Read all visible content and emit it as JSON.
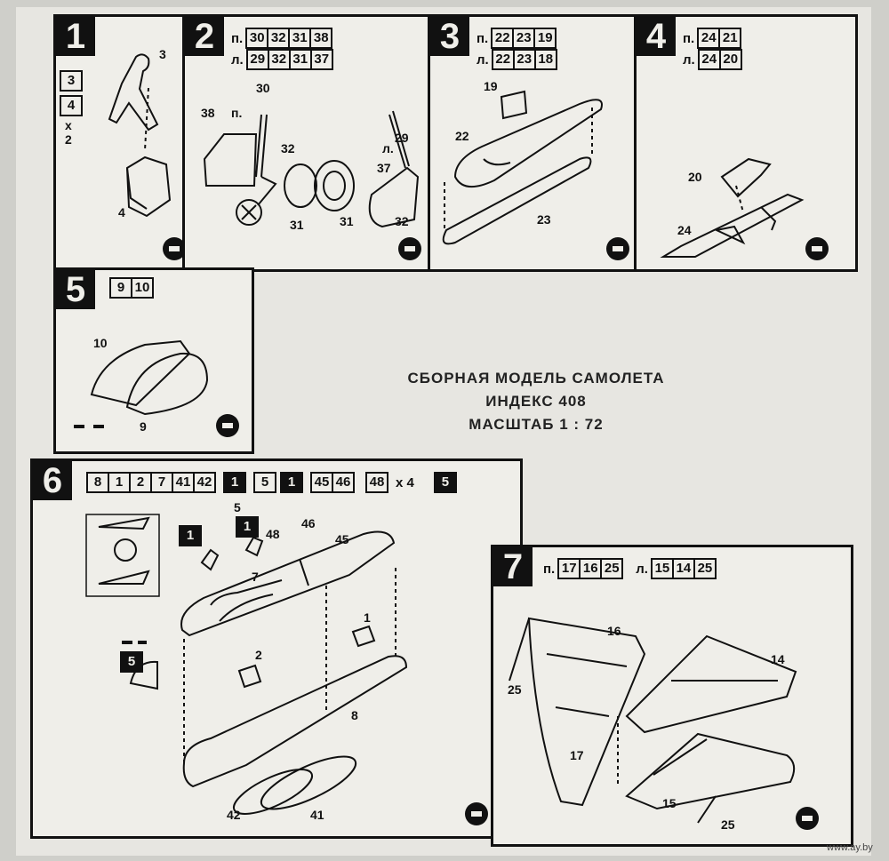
{
  "title": {
    "line1": "СБОРНАЯ МОДЕЛЬ САМОЛЕТА",
    "line2": "ИНДЕКС 408",
    "line3": "МАСШТАБ 1 : 72"
  },
  "watermark": "www.ay.by",
  "step1": {
    "number": "1",
    "parts": [
      "3",
      "4"
    ],
    "multiplier": "x",
    "multiplier_count": "2",
    "labels": [
      "3",
      "4"
    ]
  },
  "step2": {
    "number": "2",
    "right_prefix": "п.",
    "right_parts": [
      "30",
      "32",
      "31",
      "38"
    ],
    "left_prefix": "л.",
    "left_parts": [
      "29",
      "32",
      "31",
      "37"
    ],
    "labels": [
      "38",
      "п.",
      "30",
      "32",
      "31",
      "31",
      "29",
      "л.",
      "37",
      "32"
    ]
  },
  "step3": {
    "number": "3",
    "right_prefix": "п.",
    "right_parts": [
      "22",
      "23",
      "19"
    ],
    "left_prefix": "л.",
    "left_parts": [
      "22",
      "23",
      "18"
    ],
    "labels": [
      "19",
      "22",
      "23"
    ]
  },
  "step4": {
    "number": "4",
    "right_prefix": "п.",
    "right_parts": [
      "24",
      "21"
    ],
    "left_prefix": "л.",
    "left_parts": [
      "24",
      "20"
    ],
    "labels": [
      "20",
      "24"
    ]
  },
  "step5": {
    "number": "5",
    "parts": [
      "9",
      "10"
    ],
    "labels": [
      "10",
      "9"
    ]
  },
  "step6": {
    "number": "6",
    "parts": [
      "8",
      "1",
      "2",
      "7",
      "41",
      "42"
    ],
    "ref_a": "1",
    "parts2": [
      "5"
    ],
    "ref_b": "1",
    "parts3": [
      "45",
      "46"
    ],
    "parts4": [
      "48"
    ],
    "multiplier": "x 4",
    "ref_c": "5",
    "labels": {
      "r1a": "1",
      "r1b": "1",
      "p5": "5",
      "p48": "48",
      "p46": "46",
      "p45": "45",
      "p7": "7",
      "p1": "1",
      "p2": "2",
      "p8": "8",
      "ref5": "5",
      "p42": "42",
      "p41": "41"
    }
  },
  "step7": {
    "number": "7",
    "right_prefix": "п.",
    "right_parts": [
      "17",
      "16",
      "25"
    ],
    "left_prefix": "л.",
    "left_parts": [
      "15",
      "14",
      "25"
    ],
    "labels": [
      "16",
      "14",
      "25",
      "17",
      "15",
      "25"
    ]
  }
}
